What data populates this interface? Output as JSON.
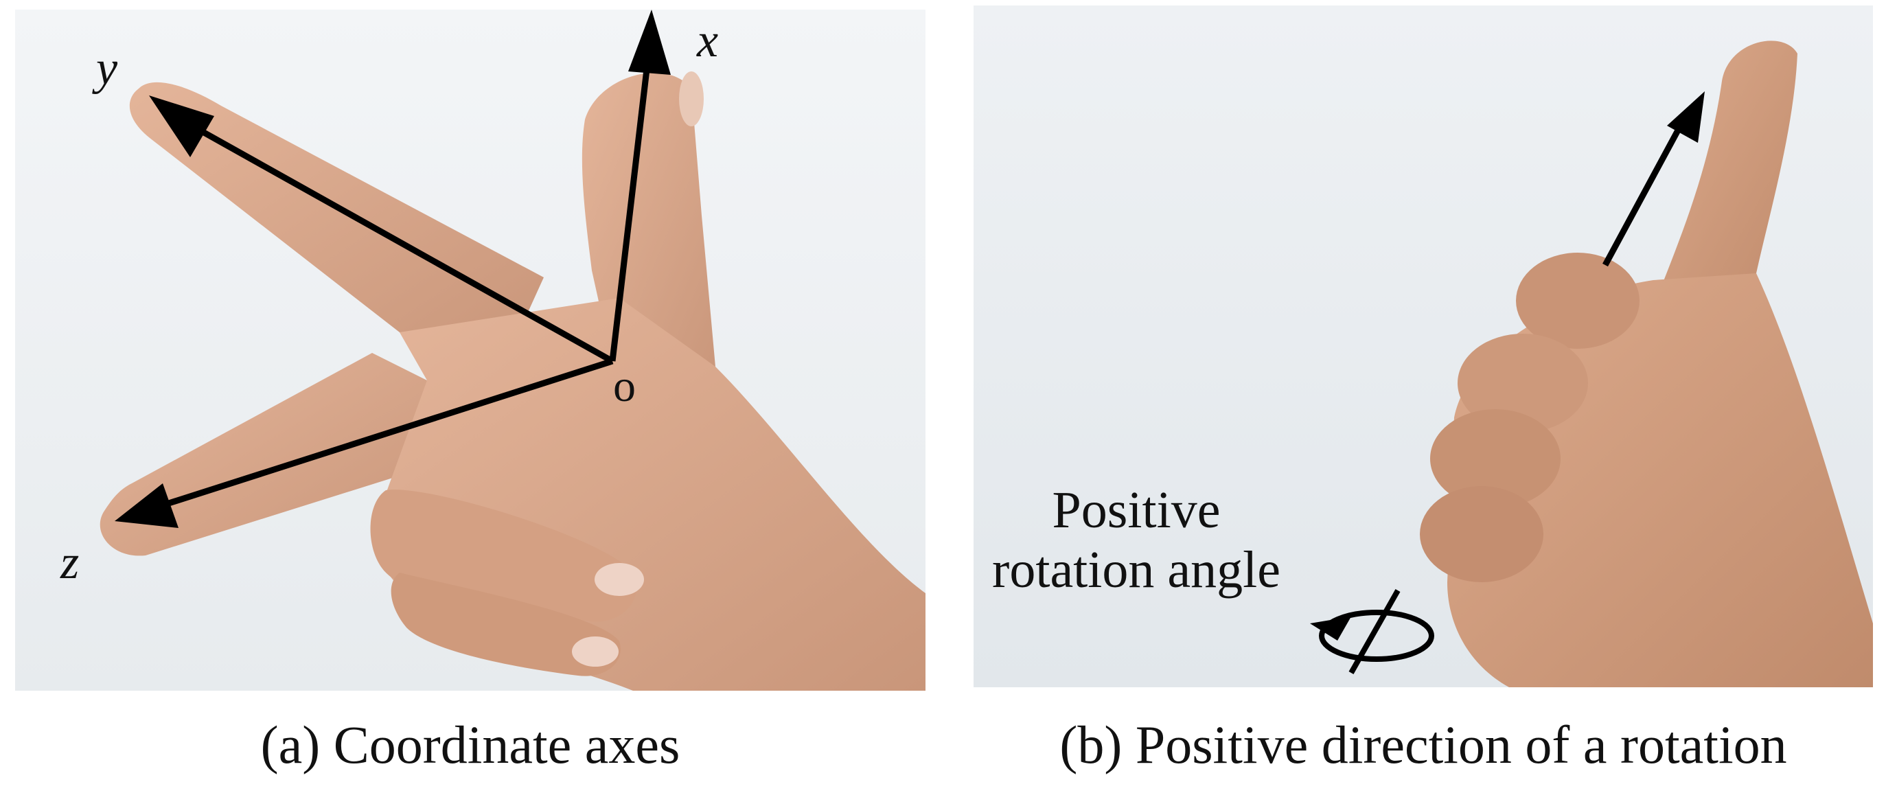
{
  "panels": {
    "a": {
      "caption": "(a) Coordinate axes",
      "axis_labels": {
        "x": "x",
        "y": "y",
        "z": "z"
      },
      "origin_label": "o"
    },
    "b": {
      "caption": "(b) Positive direction of a rotation",
      "annotation_line1": "Positive",
      "annotation_line2": "rotation angle"
    }
  },
  "colors": {
    "skin": "#d9a88a",
    "skin_shadow": "#c48e6e",
    "background_a": "#eef1f4",
    "background_b": "#e8ecf0",
    "arrow": "#000000"
  }
}
